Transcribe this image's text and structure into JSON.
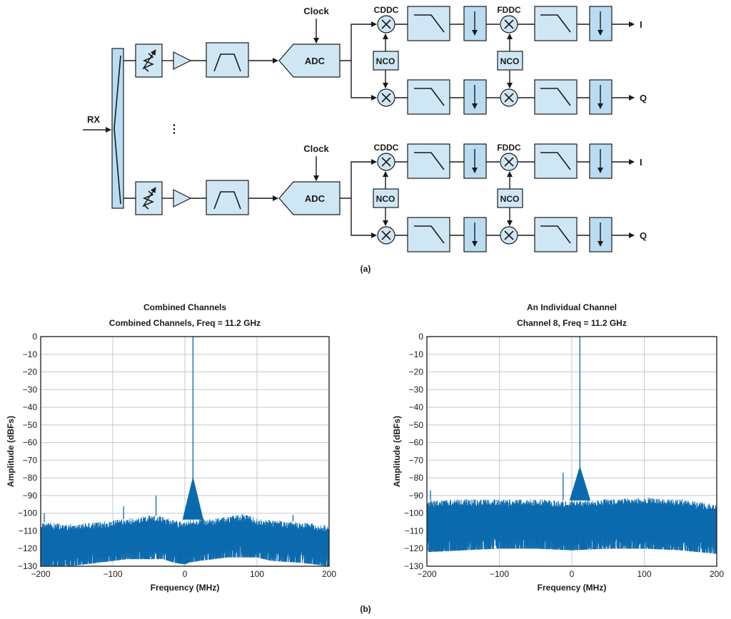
{
  "diagram": {
    "rx_label": "RX",
    "ellipsis": "⋮",
    "clock_label": "Clock",
    "adc_label": "ADC",
    "cddc_label": "CDDC",
    "fddc_label": "FDDC",
    "nco_label": "NCO",
    "i_label": "I",
    "q_label": "Q",
    "caption_a": "(a)",
    "caption_b": "(b)"
  },
  "chart_data": [
    {
      "type": "line",
      "title": "Combined Channels",
      "subtitle": "Combined Channels, Freq = 11.2 GHz",
      "xlabel": "Frequency (MHz)",
      "ylabel": "Amplitude (dBFs)",
      "xlim": [
        -200,
        200
      ],
      "ylim": [
        -130,
        0
      ],
      "xticks": [
        -200,
        -100,
        0,
        100,
        200
      ],
      "yticks": [
        0,
        -10,
        -20,
        -30,
        -40,
        -50,
        -60,
        -70,
        -80,
        -90,
        -100,
        -110,
        -120,
        -130
      ],
      "grid": true,
      "series": [
        {
          "color": "#0b6aad",
          "noise_floor": {
            "x": [
              -200,
              -160,
              -120,
              -80,
              -50,
              -30,
              -15,
              0,
              5,
              20,
              40,
              60,
              80,
              100,
              120,
              160,
              200
            ],
            "upper": [
              -105,
              -106,
              -105,
              -103,
              -101,
              -102,
              -104,
              -105,
              -104,
              -103,
              -103,
              -102,
              -100,
              -103,
              -104,
              -105,
              -107
            ],
            "lower": [
              -130,
              -130,
              -128,
              -126,
              -126,
              -126,
              -128,
              -129,
              -128,
              -127,
              -126,
              -125,
              -125,
              -125,
              -127,
              -128,
              -130
            ]
          },
          "peaks": [
            {
              "x": 11.2,
              "y": 0
            },
            {
              "x": 11.2,
              "y": -80,
              "note": "skirt"
            },
            {
              "x": -40,
              "y": -90
            },
            {
              "x": -85,
              "y": -96
            },
            {
              "x": -195,
              "y": -100
            },
            {
              "x": 150,
              "y": -101
            }
          ]
        }
      ]
    },
    {
      "type": "line",
      "title": "An Individual Channel",
      "subtitle": "Channel 8, Freq = 11.2 GHz",
      "xlabel": "Frequency (MHz)",
      "ylabel": "Amplitude (dBFs)",
      "xlim": [
        -200,
        200
      ],
      "ylim": [
        -130,
        0
      ],
      "xticks": [
        -200,
        -100,
        0,
        100,
        200
      ],
      "yticks": [
        0,
        -10,
        -20,
        -30,
        -40,
        -50,
        -60,
        -70,
        -80,
        -90,
        -100,
        -110,
        -120,
        -130
      ],
      "grid": true,
      "series": [
        {
          "color": "#0b6aad",
          "noise_floor": {
            "x": [
              -200,
              -150,
              -100,
              -50,
              0,
              50,
              100,
              150,
              200
            ],
            "upper": [
              -93,
              -92,
              -92,
              -92,
              -93,
              -92,
              -91,
              -92,
              -95
            ],
            "lower": [
              -122,
              -121,
              -120,
              -120,
              -121,
              -120,
              -120,
              -121,
              -123
            ]
          },
          "peaks": [
            {
              "x": 11.2,
              "y": 0
            },
            {
              "x": 11.2,
              "y": -74,
              "note": "skirt"
            },
            {
              "x": -12,
              "y": -77
            },
            {
              "x": -195,
              "y": -87
            }
          ]
        }
      ]
    }
  ]
}
